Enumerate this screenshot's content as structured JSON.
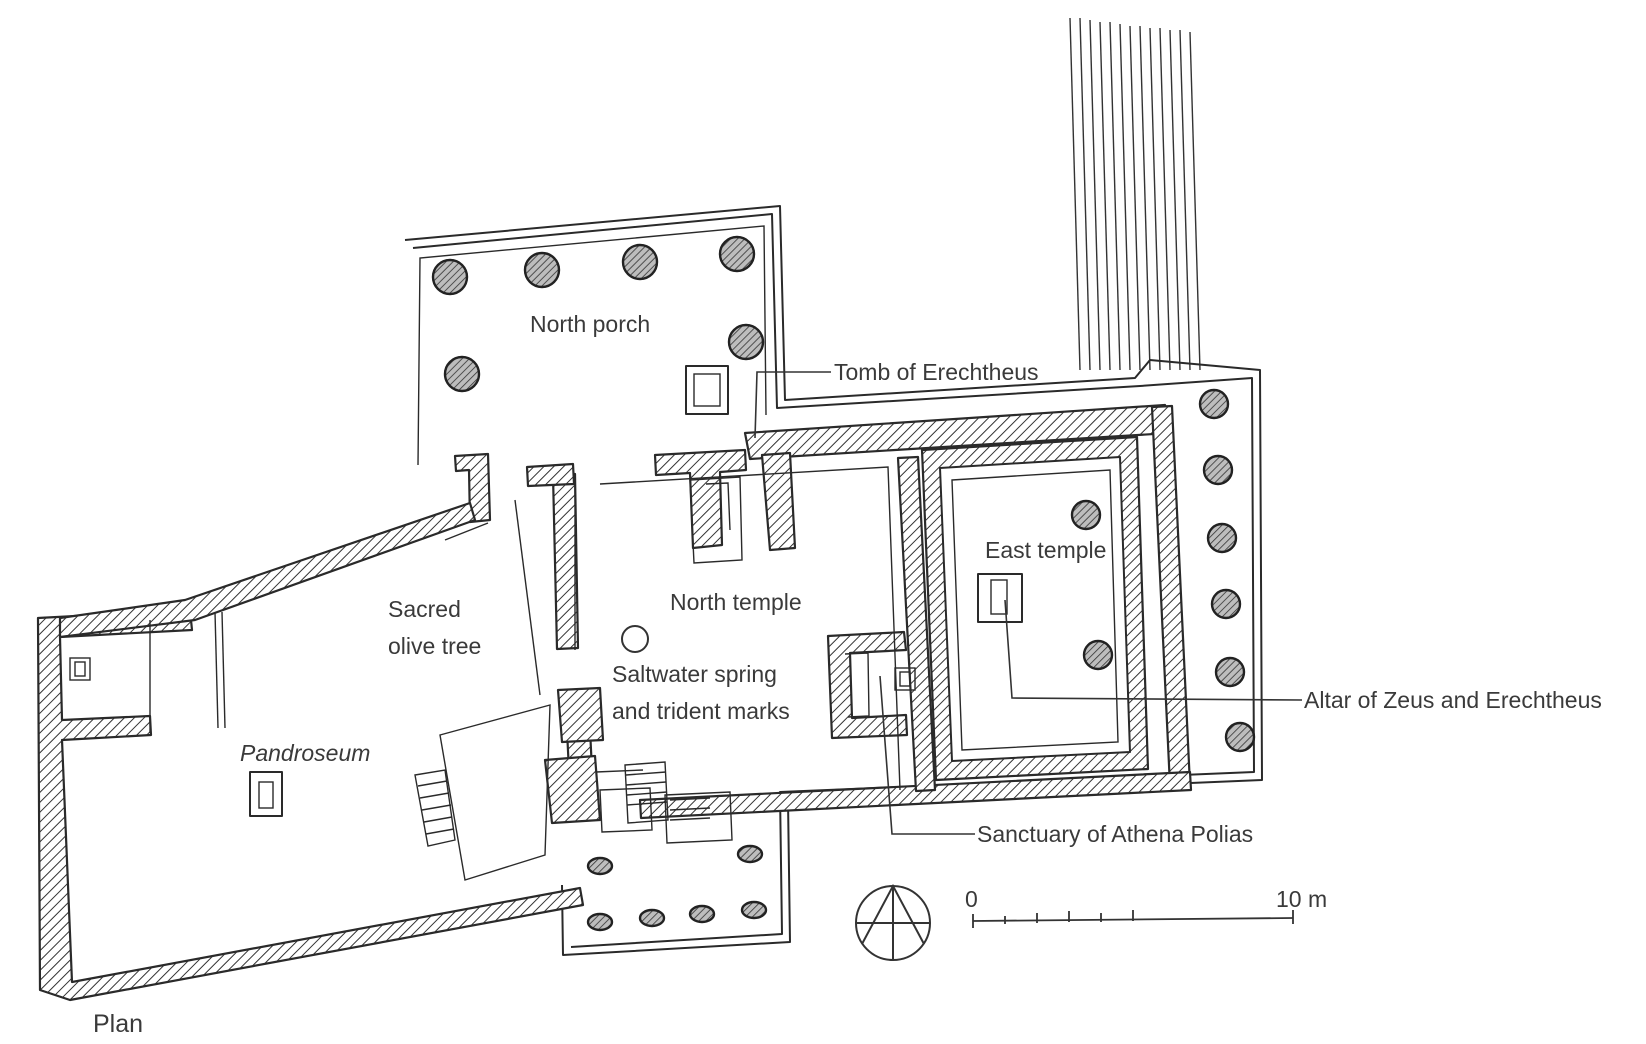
{
  "labels": {
    "north_porch": "North porch",
    "tomb": "Tomb of Erechtheus",
    "east_temple": "East temple",
    "north_temple": "North temple",
    "sacred_1": "Sacred",
    "sacred_2": "olive tree",
    "spring_1": "Saltwater spring",
    "spring_2": "and trident marks",
    "pandroseum": "Pandroseum",
    "altar": "Altar of Zeus and Erechtheus",
    "sanctuary": "Sanctuary of Athena Polias",
    "plan": "Plan"
  },
  "scale": {
    "start": "0",
    "end": "10 m"
  },
  "icons": {
    "north_arrow": "north-arrow-icon"
  }
}
